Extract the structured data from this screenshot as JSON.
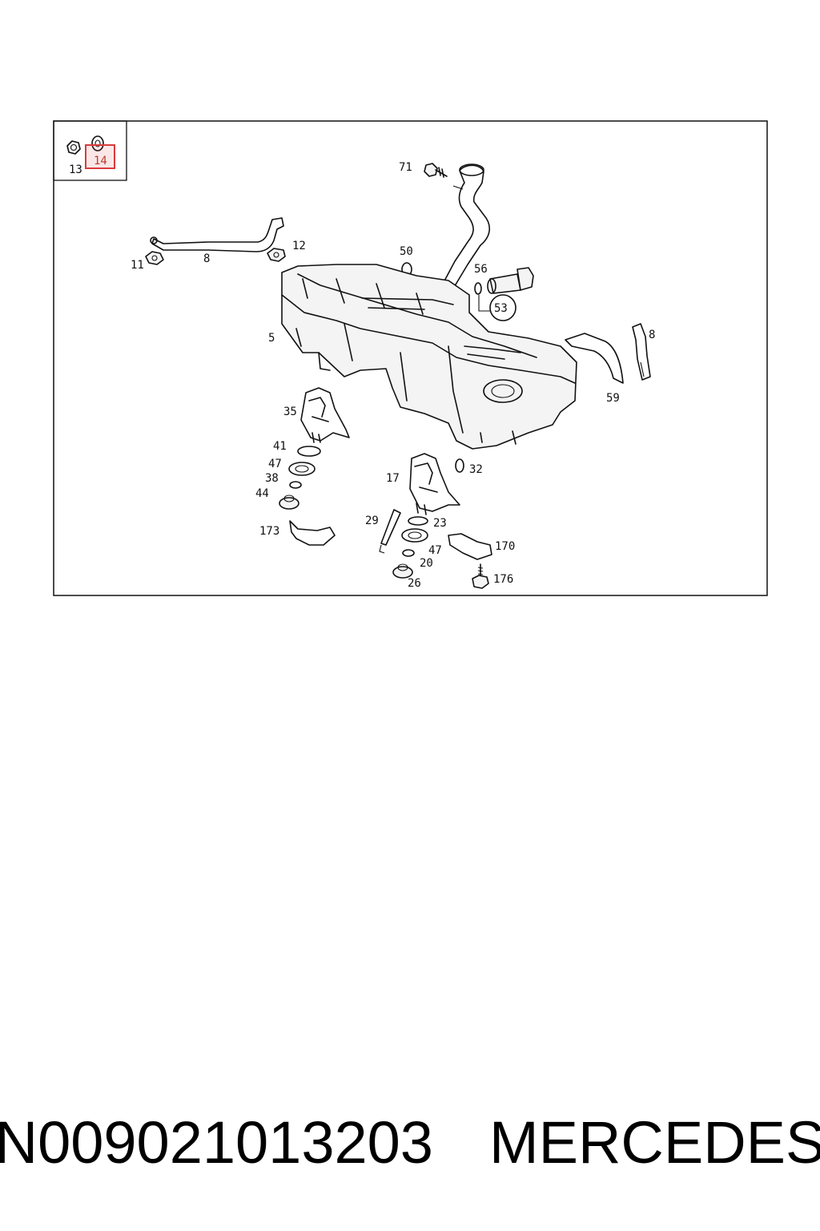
{
  "diagram": {
    "callouts": {
      "c13": "13",
      "c14": "14",
      "c71": "71",
      "c11": "11",
      "c8a": "8",
      "c12": "12",
      "c50": "50",
      "c56": "56",
      "c53": "53",
      "c5": "5",
      "c8b": "8",
      "c59": "59",
      "c35": "35",
      "c41": "41",
      "c47a": "47",
      "c38": "38",
      "c44": "44",
      "c173": "173",
      "c17": "17",
      "c32": "32",
      "c29": "29",
      "c23": "23",
      "c47b": "47",
      "c20": "20",
      "c26": "26",
      "c170": "170",
      "c176": "176"
    },
    "highlight_color": "#d93b3b"
  },
  "footer": {
    "part_number": "N009021013203",
    "brand": "MERCEDES"
  }
}
